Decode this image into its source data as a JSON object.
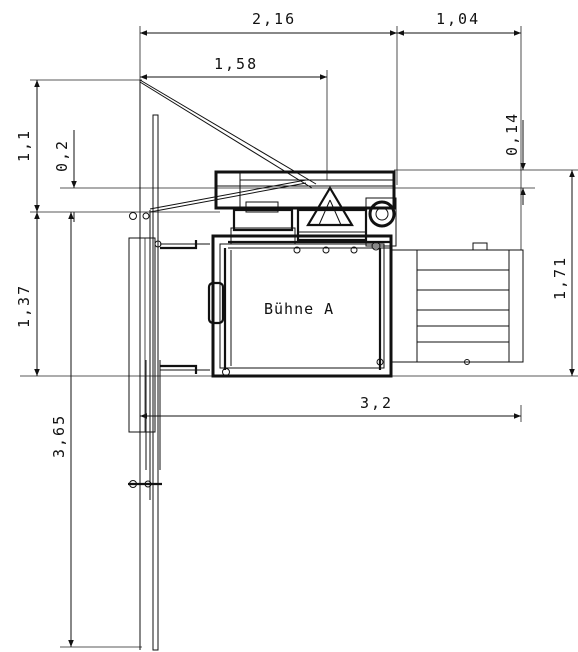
{
  "stage_label": "Bühne A",
  "dimensions": {
    "top_total_width": "2,16",
    "top_right_extension": "1,04",
    "top_mid_width": "1,58",
    "left_top_height": "1,1",
    "left_offset": "0,2",
    "left_mid_height": "1,37",
    "left_total_height": "3,65",
    "right_small_offset": "0,14",
    "right_height": "1,71",
    "bottom_length": "3,2"
  }
}
